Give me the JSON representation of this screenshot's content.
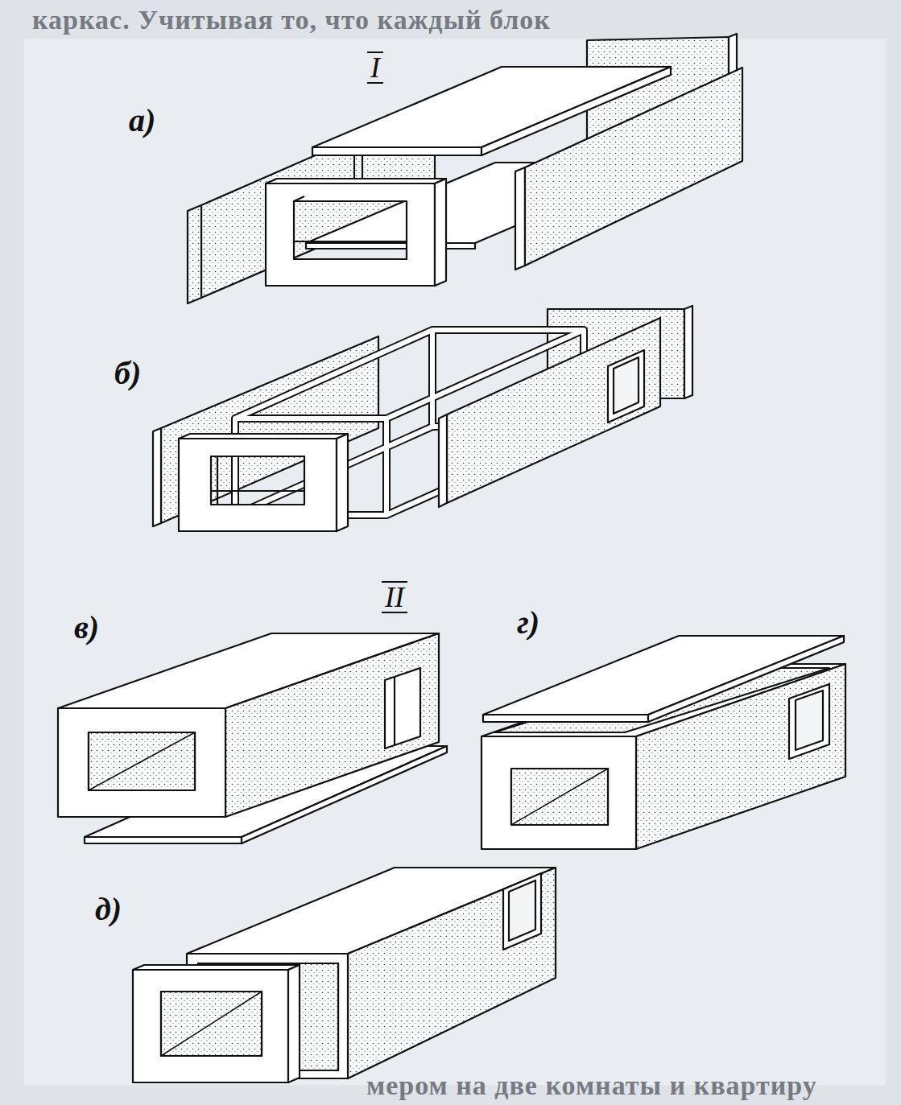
{
  "diagram": {
    "labels": [
      "каркас. Учитывая то, что каждый блок",
      "I",
      "а)",
      "б)",
      "II",
      "в)",
      "г)",
      "д)",
      "мером на две комнаты и квартиру"
    ]
  }
}
